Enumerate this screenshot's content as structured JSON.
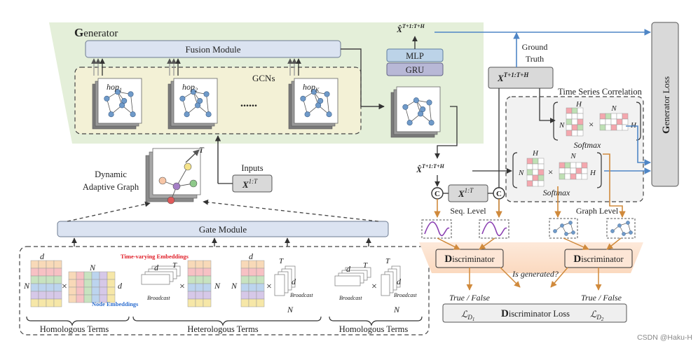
{
  "generator": {
    "title_initial": "G",
    "title_rest": "enerator",
    "fusion_module": "Fusion Module",
    "gcns_label": "GCNs",
    "dots": "......",
    "hops": [
      {
        "base": "hop",
        "sub": "1"
      },
      {
        "base": "hop",
        "sub": "2"
      },
      {
        "base": "hop",
        "sub": "K"
      }
    ],
    "mlp": "MLP",
    "gru": "GRU",
    "output_label": "X̂",
    "output_sup": "T+1:T+H"
  },
  "dynamic_graph": {
    "label_line1": "Dynamic",
    "label_line2": "Adaptive Graph",
    "time_label": "T",
    "inputs_label": "Inputs",
    "inputs_var": "X",
    "inputs_sup": "1:T"
  },
  "gate_module": {
    "label": "Gate Module"
  },
  "terms": {
    "homologous_left": "Homologous Terms",
    "heterologous": "Heterologous Terms",
    "homologous_right": "Homologous Terms",
    "node_embeddings": "Node Embeddings",
    "time_varying_embeddings": "Time-varying Embeddings",
    "d": "d",
    "N": "N",
    "T": "T",
    "times": "×",
    "broadcast": "Broadcast"
  },
  "right_panel": {
    "ground_truth_line1": "Ground",
    "ground_truth_line2": "Truth",
    "gt_var": "X",
    "gt_sup": "T+1:T+H",
    "tsc_title": "Time Series Correlation",
    "softmax": "Softmax",
    "matrix_labels": {
      "N": "N",
      "H": "H"
    },
    "generator_loss_initial": "G",
    "generator_loss_rest": "enerator Loss",
    "pred_var": "X̂",
    "pred_sup": "T+1:T+H",
    "concat_symbol": "C",
    "x_input_var": "X",
    "x_input_sup": "1:T",
    "seq_level": "Seq. Level",
    "graph_level": "Graph Level",
    "disc_initial": "D",
    "disc_rest": "iscriminator",
    "is_generated": "Is generated?",
    "true_false": "True / False",
    "disc_loss_initial": "D",
    "disc_loss_rest": "iscriminator Loss",
    "loss_d1": "ℒ",
    "loss_d1_sub": "D",
    "loss_d1_subsub": "1",
    "loss_d2": "ℒ",
    "loss_d2_sub": "D",
    "loss_d2_subsub": "2"
  },
  "watermark": "CSDN @Haku-H",
  "colors": {
    "generator_bg": "#e4efd9",
    "gcn_bg": "#f1f0d4",
    "module_fill": "#dbe3f1",
    "gray_box": "#d9d9d9",
    "disc_band": "#fbe0cc",
    "disc_box": "#fde6d6",
    "blue_arrow": "#4f86c6",
    "orange_arrow": "#d08a3c",
    "node_blue": "#6f9ac9",
    "red_text": "#e0202a",
    "blue_text": "#2e6fd0"
  }
}
